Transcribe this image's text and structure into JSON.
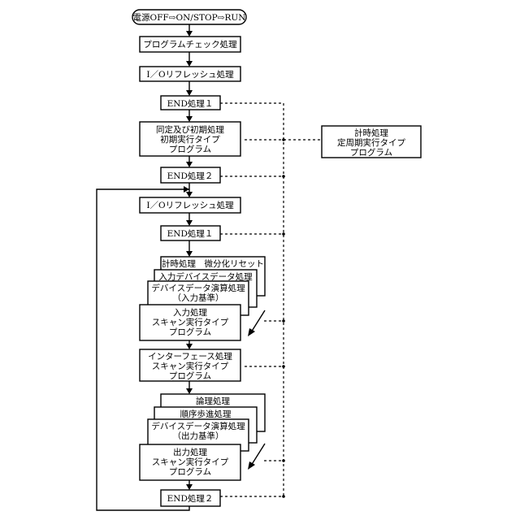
{
  "flow": {
    "start": "電源OFF⇨ON/STOP⇨RUN",
    "program_check": "プログラムチェック処理",
    "io_refresh_1": "I／Oリフレッシュ処理",
    "end1_a": "END処理１",
    "initial": {
      "line1": "同定及び初期処理",
      "line2": "初期実行タイプ",
      "line3": "プログラム"
    },
    "end2_a": "END処理２",
    "io_refresh_2": "I／Oリフレッシュ処理",
    "end1_b": "END処理１",
    "timer_reset": "計時処理　微分化リセット",
    "input_device_data": "入力デバイスデータ処理",
    "device_calc_input": {
      "line1": "デバイスデータ演算処理",
      "line2": "（入力基準）"
    },
    "input_scan": {
      "line1": "入力処理",
      "line2": "スキャン実行タイプ",
      "line3": "プログラム"
    },
    "interface_scan": {
      "line1": "インターフェース処理",
      "line2": "スキャン実行タイプ",
      "line3": "プログラム"
    },
    "logic": "論理処理",
    "sequence_step": "順序歩進処理",
    "device_calc_output": {
      "line1": "デバイスデータ演算処理",
      "line2": "（出力基準）"
    },
    "output_scan": {
      "line1": "出力処理",
      "line2": "スキャン実行タイプ",
      "line3": "プログラム"
    },
    "end2_b": "END処理２"
  },
  "timer_box": {
    "line1": "計時処理",
    "line2": "定周期実行タイプ",
    "line3": "プログラム"
  }
}
